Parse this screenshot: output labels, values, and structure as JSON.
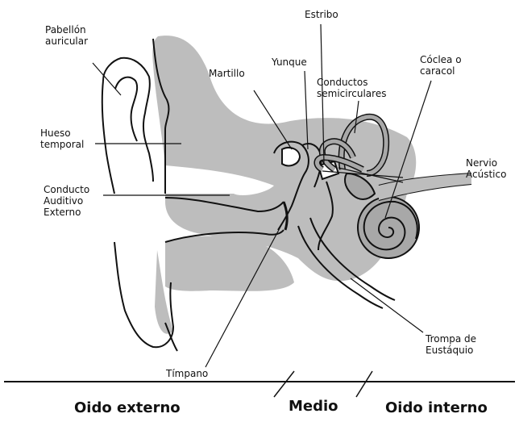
{
  "labels": {
    "pabellon": "Pabellón\nauricular",
    "hueso": "Hueso\ntemporal",
    "conducto_auditivo": "Conducto\nAuditivo\nExterno",
    "martillo": "Martillo",
    "yunque": "Yunque",
    "estribo": "Estribo",
    "conductos_semicirculares": "Conductos\nsemicirculares",
    "coclea": "Cóclea o\ncaracol",
    "nervio": "Nervio\nAcústico",
    "trompa": "Trompa de\nEustáquio",
    "timpano": "Tímpano"
  },
  "sections": {
    "externo": "Oido externo",
    "medio": "Medio",
    "interno": "Oido interno"
  },
  "colors": {
    "bone_gray": "#bdbdbd",
    "cochlea_gray": "#a8a8a8",
    "line": "#111111"
  }
}
